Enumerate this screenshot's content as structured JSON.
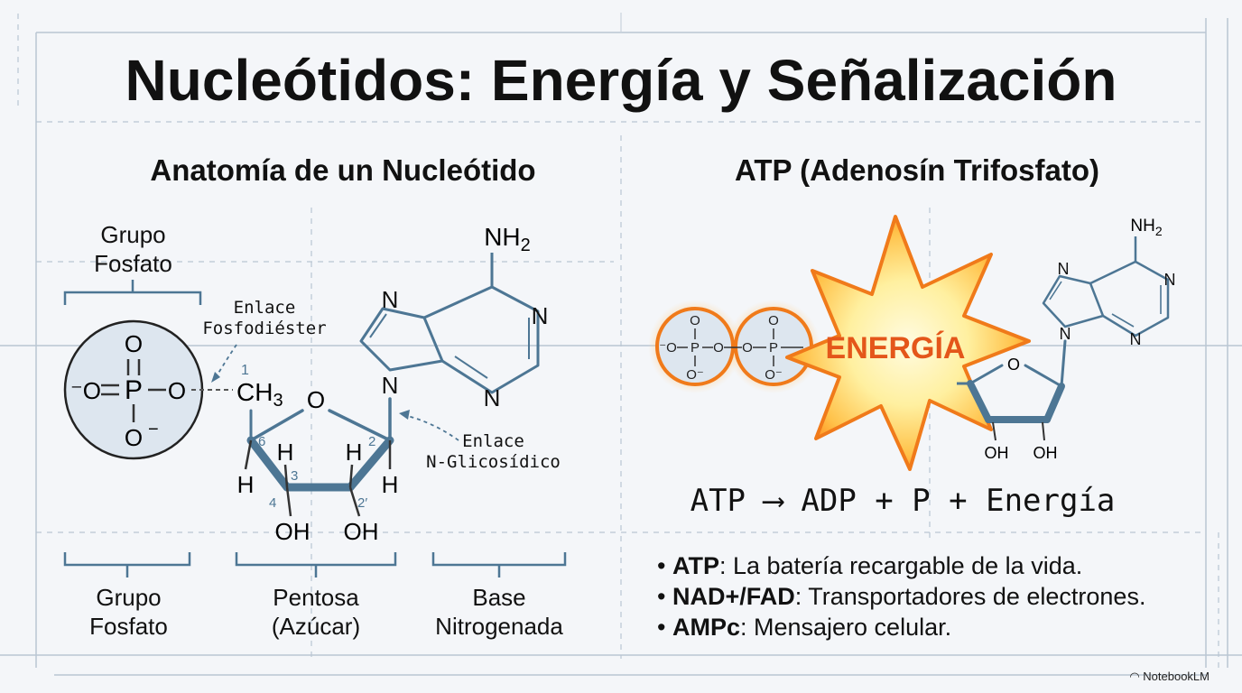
{
  "title": "Nucleótidos: Energía y Señalización",
  "left": {
    "heading": "Anatomía de un Nucleótido",
    "top_phosphate_label": [
      "Grupo",
      "Fosfato"
    ],
    "phosphodiester_label": [
      "Enlace",
      "Fosfodiéster"
    ],
    "glycosidic_label": [
      "Enlace",
      "N-Glicosídico"
    ],
    "molecule": {
      "phosphate": {
        "P": "P",
        "O": "O",
        "O_minus": "⁻O",
        "O_bottom": "O",
        "minus": "−"
      },
      "CH3": "CH",
      "sub3": "3",
      "ring_O": "O",
      "H": "H",
      "OH": "OH",
      "NH2": "NH",
      "sub2": "2",
      "N": "N",
      "carbon_numbers": [
        "1",
        "2",
        "3",
        "4",
        "6",
        "2′"
      ]
    },
    "bottom_labels": [
      {
        "line1": "Grupo",
        "line2": "Fosfato"
      },
      {
        "line1": "Pentosa",
        "line2": "(Azúcar)"
      },
      {
        "line1": "Base",
        "line2": "Nitrogenada"
      }
    ]
  },
  "right": {
    "heading": "ATP (Adenosín Trifosfato)",
    "burst_label": "ENERGÍA",
    "molecule": {
      "P": "P",
      "O": "O",
      "O_minus": "O⁻",
      "minus_O": "⁻O",
      "N": "N",
      "NH2": "NH",
      "sub2": "2",
      "OH": "OH",
      "ring_O": "O"
    },
    "equation": "ATP ⟶ ADP + P + Energía",
    "bullets": [
      {
        "term": "ATP",
        "text": ": La batería recargable de la vida."
      },
      {
        "term": "NAD+/FAD",
        "text": ": Transportadores de electrones."
      },
      {
        "term": "AMPc",
        "text": ": Mensajero celular."
      }
    ]
  },
  "watermark": "NotebookLM",
  "colors": {
    "background": "#f4f6f9",
    "structure_blue": "#4d7694",
    "circle_fill": "#dde6ef",
    "energy_orange": "#f07a1a",
    "energy_yellow": "#fff3a0",
    "grid": "#b9c6d3"
  }
}
